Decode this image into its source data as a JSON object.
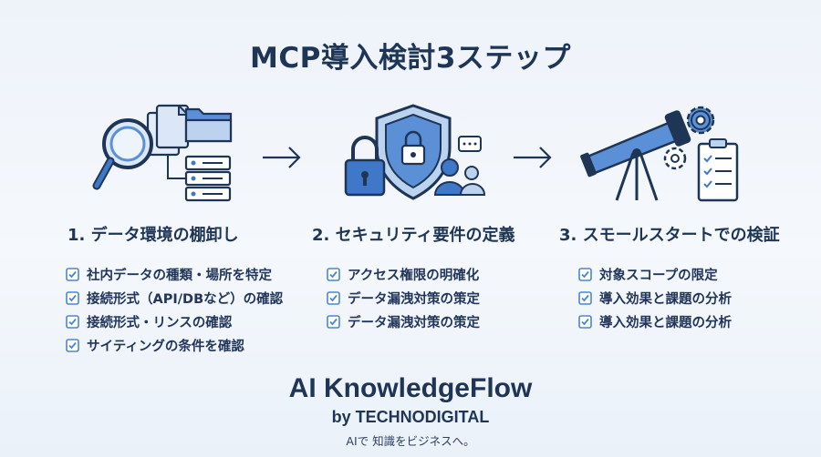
{
  "title": "MCP導入検討3ステップ",
  "steps": [
    {
      "heading": "1. データ環境の棚卸し",
      "items": [
        "社内データの種類・場所を特定",
        "接続形式（API/DBなど）の確認",
        "接続形式・リンスの確認",
        "サイティングの条件を確認"
      ]
    },
    {
      "heading": "2. セキュリティ要件の定義",
      "items": [
        "アクセス権限の明確化",
        "データ漏洩対策の策定",
        "データ漏洩対策の策定"
      ]
    },
    {
      "heading": "3. スモールスタートでの検証",
      "items": [
        "対象スコープの限定",
        "導入効果と課題の分析",
        "導入効果と課題の分析"
      ]
    }
  ],
  "brand": {
    "name": "AI KnowledgeFlow",
    "byline": "by TECHNODIGITAL",
    "tagline": "AIで 知識をビジネスへ。"
  },
  "colors": {
    "navy": "#1f3556",
    "accent_blue": "#3f78c9",
    "light_blue": "#bcd3f0",
    "check_blue": "#4a86d4"
  },
  "icons": [
    "magnifier-icon",
    "documents-icon",
    "folder-icon",
    "server-icon",
    "shield-lock-icon",
    "padlock-icon",
    "users-chat-icon",
    "telescope-icon",
    "gear-icon",
    "checklist-icon",
    "arrow-right-icon",
    "checkbox-icon"
  ]
}
